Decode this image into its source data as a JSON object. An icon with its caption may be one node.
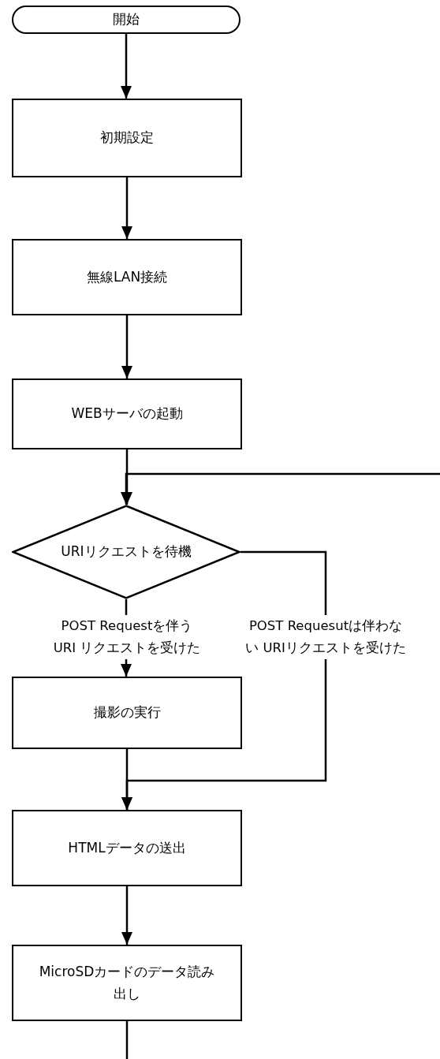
{
  "diagram": {
    "nodes": [
      {
        "text": [
          "開始"
        ]
      },
      {
        "text": [
          "初期設定"
        ]
      },
      {
        "text": [
          "無線LAN接続"
        ]
      },
      {
        "text": [
          "WEBサーバの起動"
        ]
      },
      {
        "text": [
          "URIリクエストを待機"
        ]
      },
      {
        "text": [
          "撮影の実行"
        ]
      },
      {
        "text": [
          "HTMLデータの送出"
        ]
      },
      {
        "text": [
          "MicroSDカードのデータ読み出し"
        ]
      }
    ],
    "edges": [
      {
        "from": 0,
        "to": 1,
        "arrow": "to"
      },
      {
        "from": 1,
        "to": 2,
        "arrow": "to"
      },
      {
        "from": 2,
        "to": 3,
        "arrow": "to"
      },
      {
        "from": 3,
        "to": 4,
        "arrow": "to"
      },
      {
        "from": null,
        "to": 4,
        "arrow": "to"
      },
      {
        "from": 4,
        "to": 5,
        "arrow": "to",
        "label": "POST Requestを伴う URI リクエストを受けた"
      },
      {
        "from": 4,
        "to": 6,
        "arrow": "to",
        "label": "POST Requesutは伴わない URIリクエストを受けた"
      },
      {
        "from": 5,
        "to": 6,
        "arrow": "to"
      },
      {
        "from": 6,
        "to": 7,
        "arrow": "to"
      },
      {
        "from": 7,
        "to": null,
        "arrow": "none"
      }
    ]
  }
}
